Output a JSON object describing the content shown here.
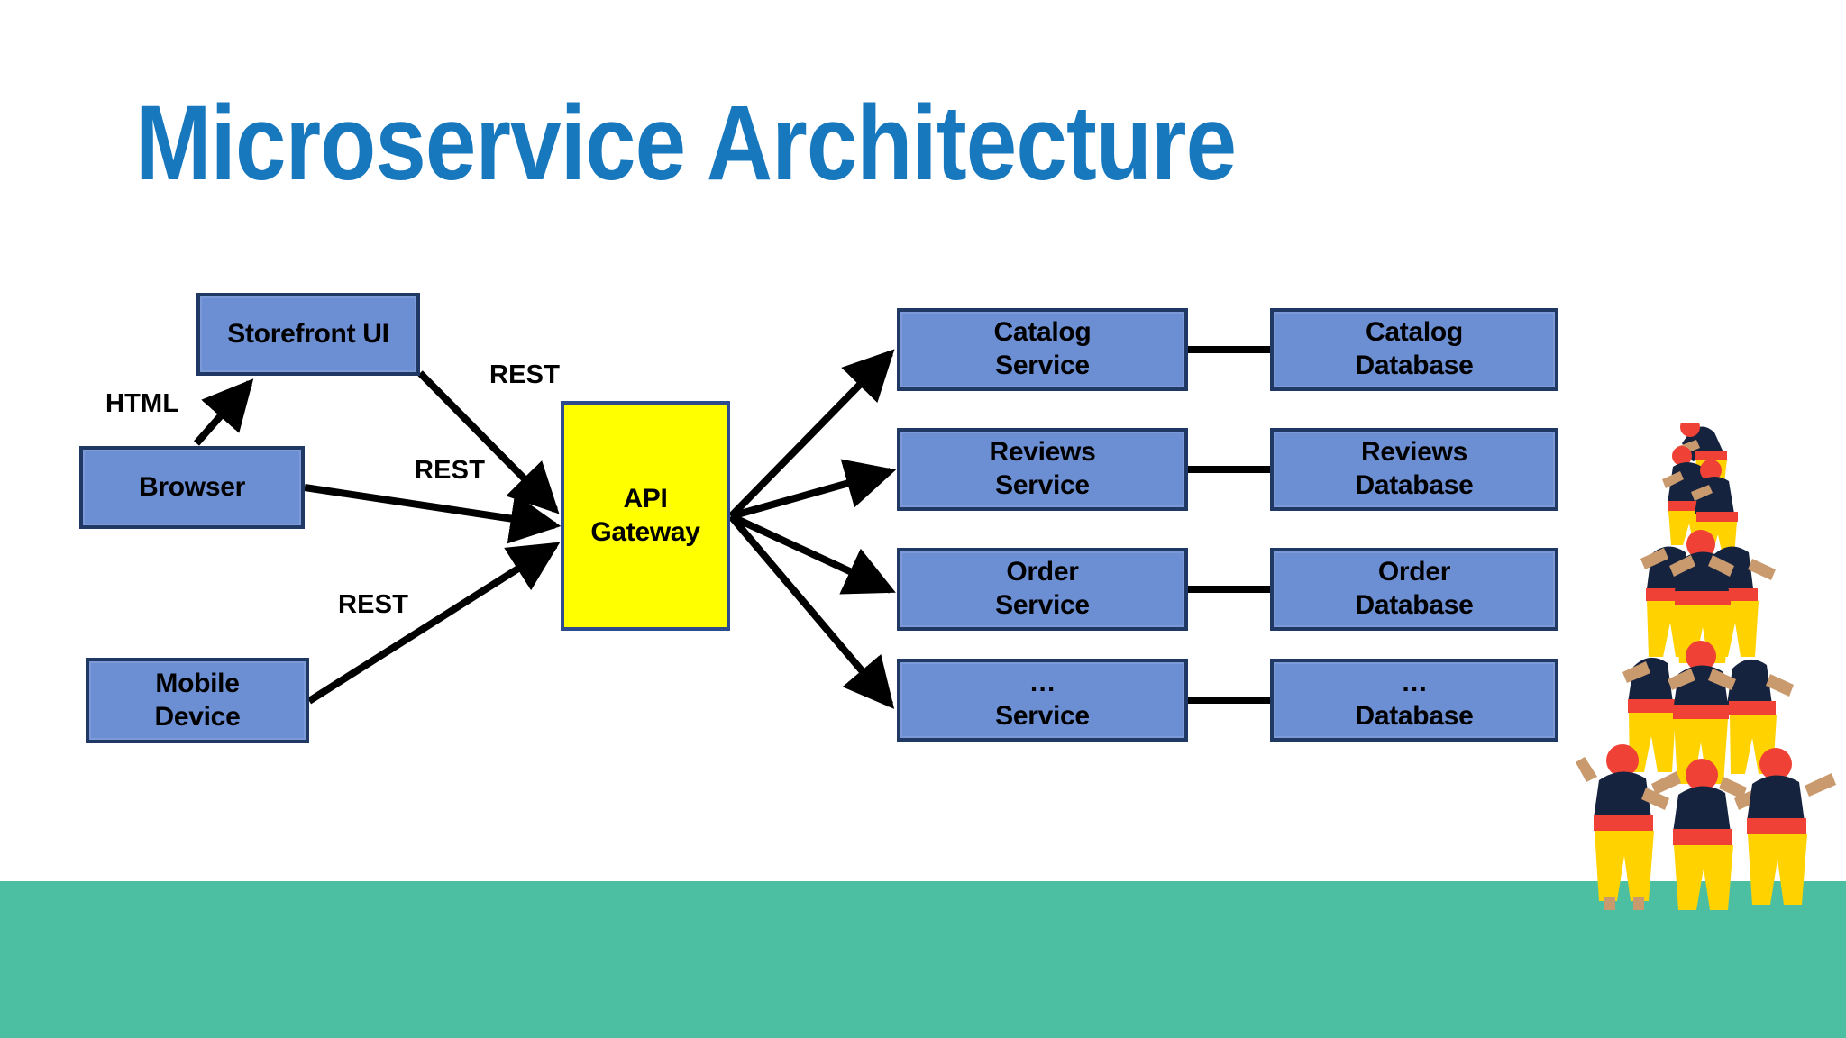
{
  "slide": {
    "title": "Microservice Architecture",
    "background_color": "#ffffff",
    "band_color": "#4cbfa3",
    "title_color": "#1878be"
  },
  "palette": {
    "node_fill": "#6c8ed2",
    "node_border": "#1f3864",
    "gateway_fill": "#ffff00",
    "gateway_border": "#2e4b8f",
    "connector": "#000000",
    "skin": "#c99a6e",
    "shirt": "#16233f",
    "sash": "#ef4136",
    "pants": "#ffd200",
    "head": "#ef4136"
  },
  "nodes": {
    "storefront_ui": {
      "label": "Storefront UI"
    },
    "browser": {
      "label": "Browser"
    },
    "mobile_device": {
      "label": "Mobile\nDevice"
    },
    "api_gateway": {
      "label": "API\nGateway"
    },
    "catalog_service": {
      "label": "Catalog\nService"
    },
    "catalog_database": {
      "label": "Catalog\nDatabase"
    },
    "reviews_service": {
      "label": "Reviews\nService"
    },
    "reviews_database": {
      "label": "Reviews\nDatabase"
    },
    "order_service": {
      "label": "Order\nService"
    },
    "order_database": {
      "label": "Order\nDatabase"
    },
    "ellipsis_service": {
      "label": "…\nService"
    },
    "ellipsis_database": {
      "label": "…\nDatabase"
    }
  },
  "edge_labels": {
    "html": "HTML",
    "rest_storefront": "REST",
    "rest_browser": "REST",
    "rest_mobile": "REST"
  },
  "illustration": {
    "name": "human-tower-castell",
    "levels": 5
  }
}
